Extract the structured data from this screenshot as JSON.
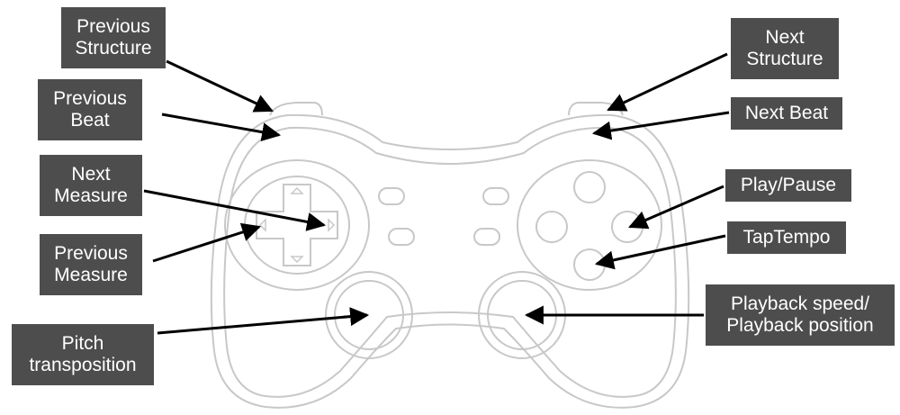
{
  "diagram": {
    "labels": {
      "previous_structure": [
        "Previous",
        "Structure"
      ],
      "previous_beat": [
        "Previous",
        "Beat"
      ],
      "next_measure": [
        "Next",
        "Measure"
      ],
      "previous_measure": [
        "Previous",
        "Measure"
      ],
      "pitch_transposition": [
        "Pitch",
        "transposition"
      ],
      "next_structure": [
        "Next",
        "Structure"
      ],
      "next_beat": [
        "Next Beat"
      ],
      "play_pause": [
        "Play/Pause"
      ],
      "tap_tempo": [
        "TapTempo"
      ],
      "playback": [
        "Playback speed/",
        "Playback position"
      ]
    },
    "colors": {
      "label_background": "#4d4d4d",
      "label_text": "#ffffff",
      "arrow": "#000000",
      "controller_outline": "#c8c8c8"
    },
    "icons": {
      "controller": "gamepad-outline-icon",
      "dpad": "dpad-icon",
      "arrows": "arrow-icon"
    }
  }
}
